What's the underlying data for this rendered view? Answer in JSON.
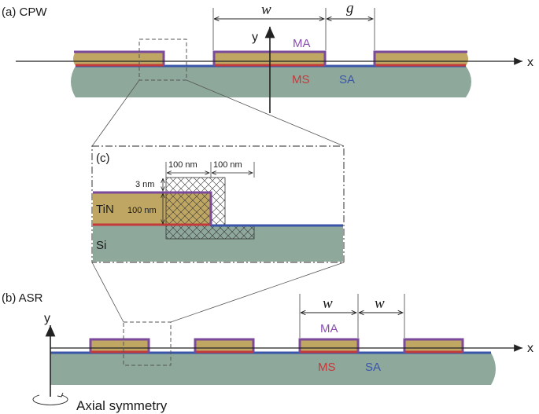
{
  "panel_a": {
    "label": "(a) CPW",
    "dim_w": "w",
    "dim_g": "g",
    "axis_x": "x",
    "axis_y": "y",
    "ma": "MA",
    "ms": "MS",
    "sa": "SA"
  },
  "panel_c": {
    "label": "(c)",
    "dim_left": "100 nm",
    "dim_right": "100 nm",
    "dim_thin": "3 nm",
    "dim_height": "100 nm",
    "material_metal": "TiN",
    "material_substrate": "Si"
  },
  "panel_b": {
    "label": "(b) ASR",
    "dim_w1": "w",
    "dim_w2": "w",
    "axis_x": "x",
    "axis_y": "y",
    "ma": "MA",
    "ms": "MS",
    "sa": "SA",
    "symmetry": "Axial symmetry"
  },
  "colors": {
    "substrate": "#8fa89c",
    "metal": "#bfa763",
    "ma_layer": "#7b4a9a",
    "ms_layer": "#c23a3a",
    "sa_layer": "#3a56a8",
    "ma_text": "#8a4fae",
    "ms_text": "#c23a3a",
    "sa_text": "#3a56a8"
  }
}
